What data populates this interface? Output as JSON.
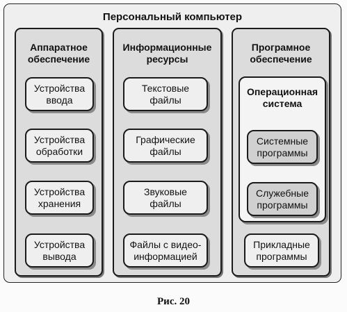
{
  "diagram": {
    "title": "Персональный компьютер",
    "columns": [
      {
        "title": "Аппаратное\nобеспечение",
        "items": [
          "Устройства\nввода",
          "Устройства\nобработки",
          "Устройства\nхранения",
          "Устройства\nвывода"
        ]
      },
      {
        "title": "Информационные\nресурсы",
        "items": [
          "Текстовые\nфайлы",
          "Графические\nфайлы",
          "Звуковые\nфайлы",
          "Файлы с видео-\nинформацией"
        ]
      },
      {
        "title": "Програмное\nобеспечение",
        "os_group": {
          "title": "Операционная\nсистема",
          "items": [
            "Системные\nпрограммы",
            "Служебные\nпрограммы"
          ]
        },
        "items": [
          "Прикладные\nпрограммы"
        ]
      }
    ]
  },
  "caption": "Рис. 20"
}
